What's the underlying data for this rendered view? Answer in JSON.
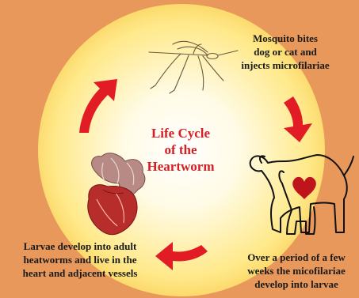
{
  "center_title": {
    "line1": "Life Cycle",
    "line2": "of the",
    "line3": "Heartworm"
  },
  "steps": [
    {
      "line1": "Mosquito bites",
      "line2": "dog or cat and",
      "line3": "injects microfilariae"
    },
    {
      "line1": "Over a period of a few",
      "line2": "weeks the micofilariae",
      "line3": "develop into larvae"
    },
    {
      "line1": "Larvae develop into adult",
      "line2": "heatworms and live in the",
      "line3": "heart and adjacent vessels"
    }
  ],
  "colors": {
    "background": "#e8985a",
    "title": "#d41f26",
    "arrow": "#e11c24",
    "heart": "#c0141c"
  },
  "icons": [
    "mosquito-icon",
    "dog-cat-icon",
    "heart-organ-icon",
    "cycle-arrow-icon"
  ]
}
